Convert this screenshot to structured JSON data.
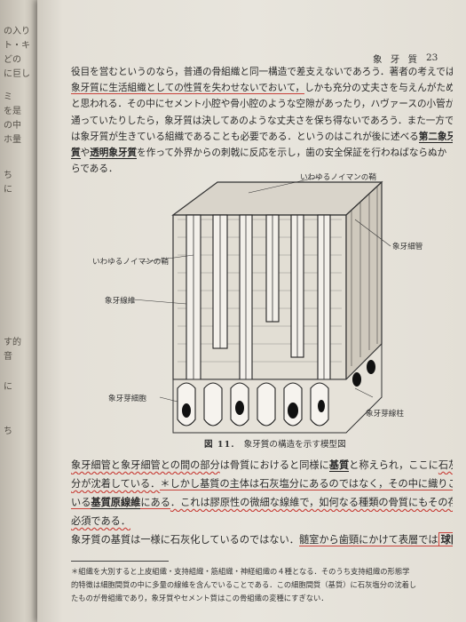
{
  "prev_page": {
    "fragments": [
      "の入り",
      "ト・キ",
      "どの",
      "に巨し",
      "ミ",
      "を是",
      "の中",
      "ホ量",
      "ち",
      "に",
      "す的",
      "音",
      "に",
      "ち"
    ]
  },
  "header": {
    "running_head": "象 牙 質",
    "page_number": "23"
  },
  "para1": {
    "l1": "役目を営むというのなら，普通の骨組織と同一構造で差支えないであろう．著者の考えでは",
    "l2a": "象牙質に生活組織としての性質を失わせないでおいて，",
    "l2b": "しかも充分の丈夫さを与えんがため",
    "l3": "と思われる．その中にセメント小腔や骨小腔のような空隙があったり，ハヴァースの小管が",
    "l4": "通っていたりしたら，象牙質は決してあのような丈夫さを保ち得ないであろう．また一方で",
    "l5a": "は象牙質が生きている組織であることも必要である．というのはこれが後に述べる",
    "l5b": "第二象牙",
    "l6a": "質",
    "l6b": "や",
    "l6c": "透明象牙質",
    "l6d": "を作って外界からの刺戟に反応を示し，歯の安全保証を行わねばならぬか",
    "l7": "らである．"
  },
  "figure": {
    "label_top": "いわゆるノイマンの鞘",
    "label_left_sheath": "いわゆるノイマンの鞘",
    "label_dentinal_tubule": "象牙細管",
    "label_dentinal_fiber": "象牙線維",
    "label_odontoblast": "象牙芽細胞",
    "label_dentin_cell_column": "象牙芽線柱",
    "caption_num": "図 11.",
    "caption_text": "象牙質の構造を示す模型図"
  },
  "para2": {
    "l1a": "象牙細管と象牙細管との間の部分",
    "l1b": "は骨質におけると同様に",
    "l1c": "基質",
    "l1d": "と称えられ，ここに",
    "l1e": "石灰塩",
    "l2a": "分が沈着している．",
    "l2b": "＊しかし基質の主体は石灰塩分にあるのではなく，その中に織りこまれて",
    "l3a": "いる",
    "l3b": "基質原線維",
    "l3c": "にある",
    "l3d": "．これは膠原性の微細な線維で，如何なる種類の骨質にもその存在が",
    "l4": "必須である．",
    "l5a": "象牙質の基質は一様に石灰化しているのではない．",
    "l5b": "髄室から歯頸にかけて表層では",
    "l5c": "球間"
  },
  "footnote": {
    "l1": "＊組織を大別すると上皮組織・支持組織・筋組織・神経組織の４種となる．そのうち支持組織の形態学",
    "l2": "的特徴は細胞間質の中に多量の線維を含んでいることである．この細胞間質（基質）に石灰塩分の沈着し",
    "l3": "たものが骨組織であり，象牙質やセメント質はこの骨組織の変種にすぎない．"
  }
}
